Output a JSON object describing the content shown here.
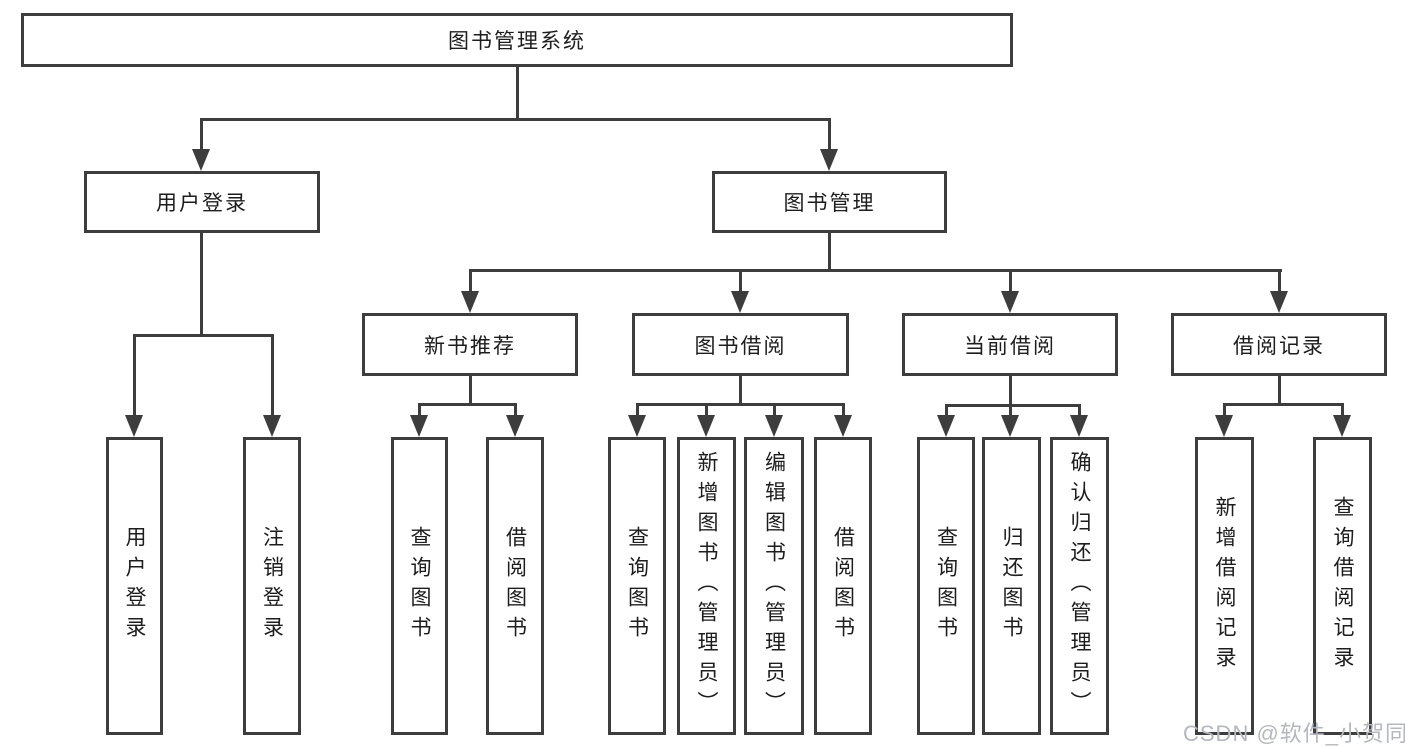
{
  "diagram_type": "functional-structure-tree",
  "tree": {
    "root": {
      "label": "图书管理系统",
      "children": [
        {
          "label": "用户登录",
          "children": [
            {
              "label": "用户登录"
            },
            {
              "label": "注销登录"
            }
          ]
        },
        {
          "label": "图书管理",
          "children": [
            {
              "label": "新书推荐",
              "children": [
                {
                  "label": "查询图书"
                },
                {
                  "label": "借阅图书"
                }
              ]
            },
            {
              "label": "图书借阅",
              "children": [
                {
                  "label": "查询图书"
                },
                {
                  "label": "新增图书（管理员）"
                },
                {
                  "label": "编辑图书（管理员）"
                },
                {
                  "label": "借阅图书"
                }
              ]
            },
            {
              "label": "当前借阅",
              "children": [
                {
                  "label": "查询图书"
                },
                {
                  "label": "归还图书"
                },
                {
                  "label": "确认归还（管理员）"
                }
              ]
            },
            {
              "label": "借阅记录",
              "children": [
                {
                  "label": "新增借阅记录"
                },
                {
                  "label": "查询借阅记录"
                }
              ]
            }
          ]
        }
      ]
    }
  },
  "watermark": {
    "text": "CSDN @软件_小贺同学",
    "color": "#b4b8be"
  },
  "colors": {
    "line": "#3d3d3d",
    "text": "#1d1d1d",
    "background": "#ffffff"
  }
}
